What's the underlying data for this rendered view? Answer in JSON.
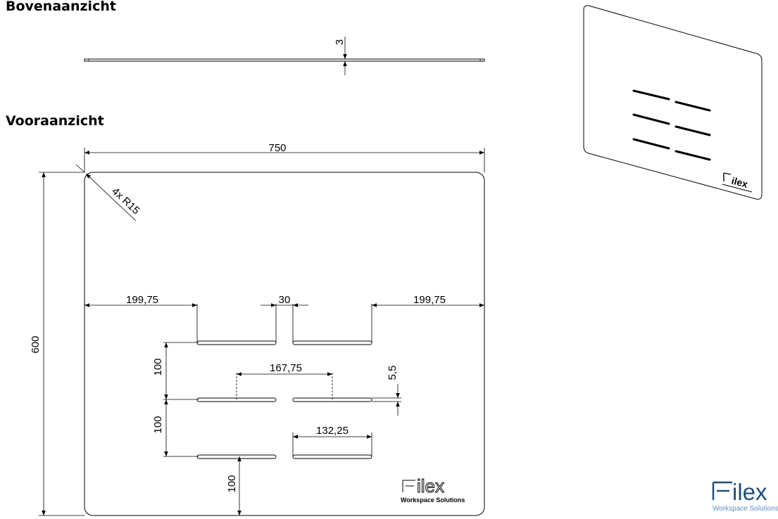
{
  "top_view": {
    "title": "Bovenaanzicht",
    "thickness": "3"
  },
  "front_view": {
    "title": "Vooraanzicht",
    "width": "750",
    "height": "600",
    "corner_radius": "4x R15",
    "edge_offset_left": "199,75",
    "edge_offset_right": "199,75",
    "slot_gap": "30",
    "row_spacing_1": "100",
    "row_spacing_2": "100",
    "bottom_margin": "100",
    "slot_center_distance": "167,75",
    "slot_height": "5,5",
    "slot_length": "132,25"
  },
  "drawing_logo": {
    "brand": "Filex",
    "tagline": "Workspace Solutions"
  },
  "corner_logo": {
    "brand": "Filex",
    "tagline": "Workspace Solutions",
    "accent_color": "#1f4e79",
    "tagline_color": "#5b8fc7"
  }
}
